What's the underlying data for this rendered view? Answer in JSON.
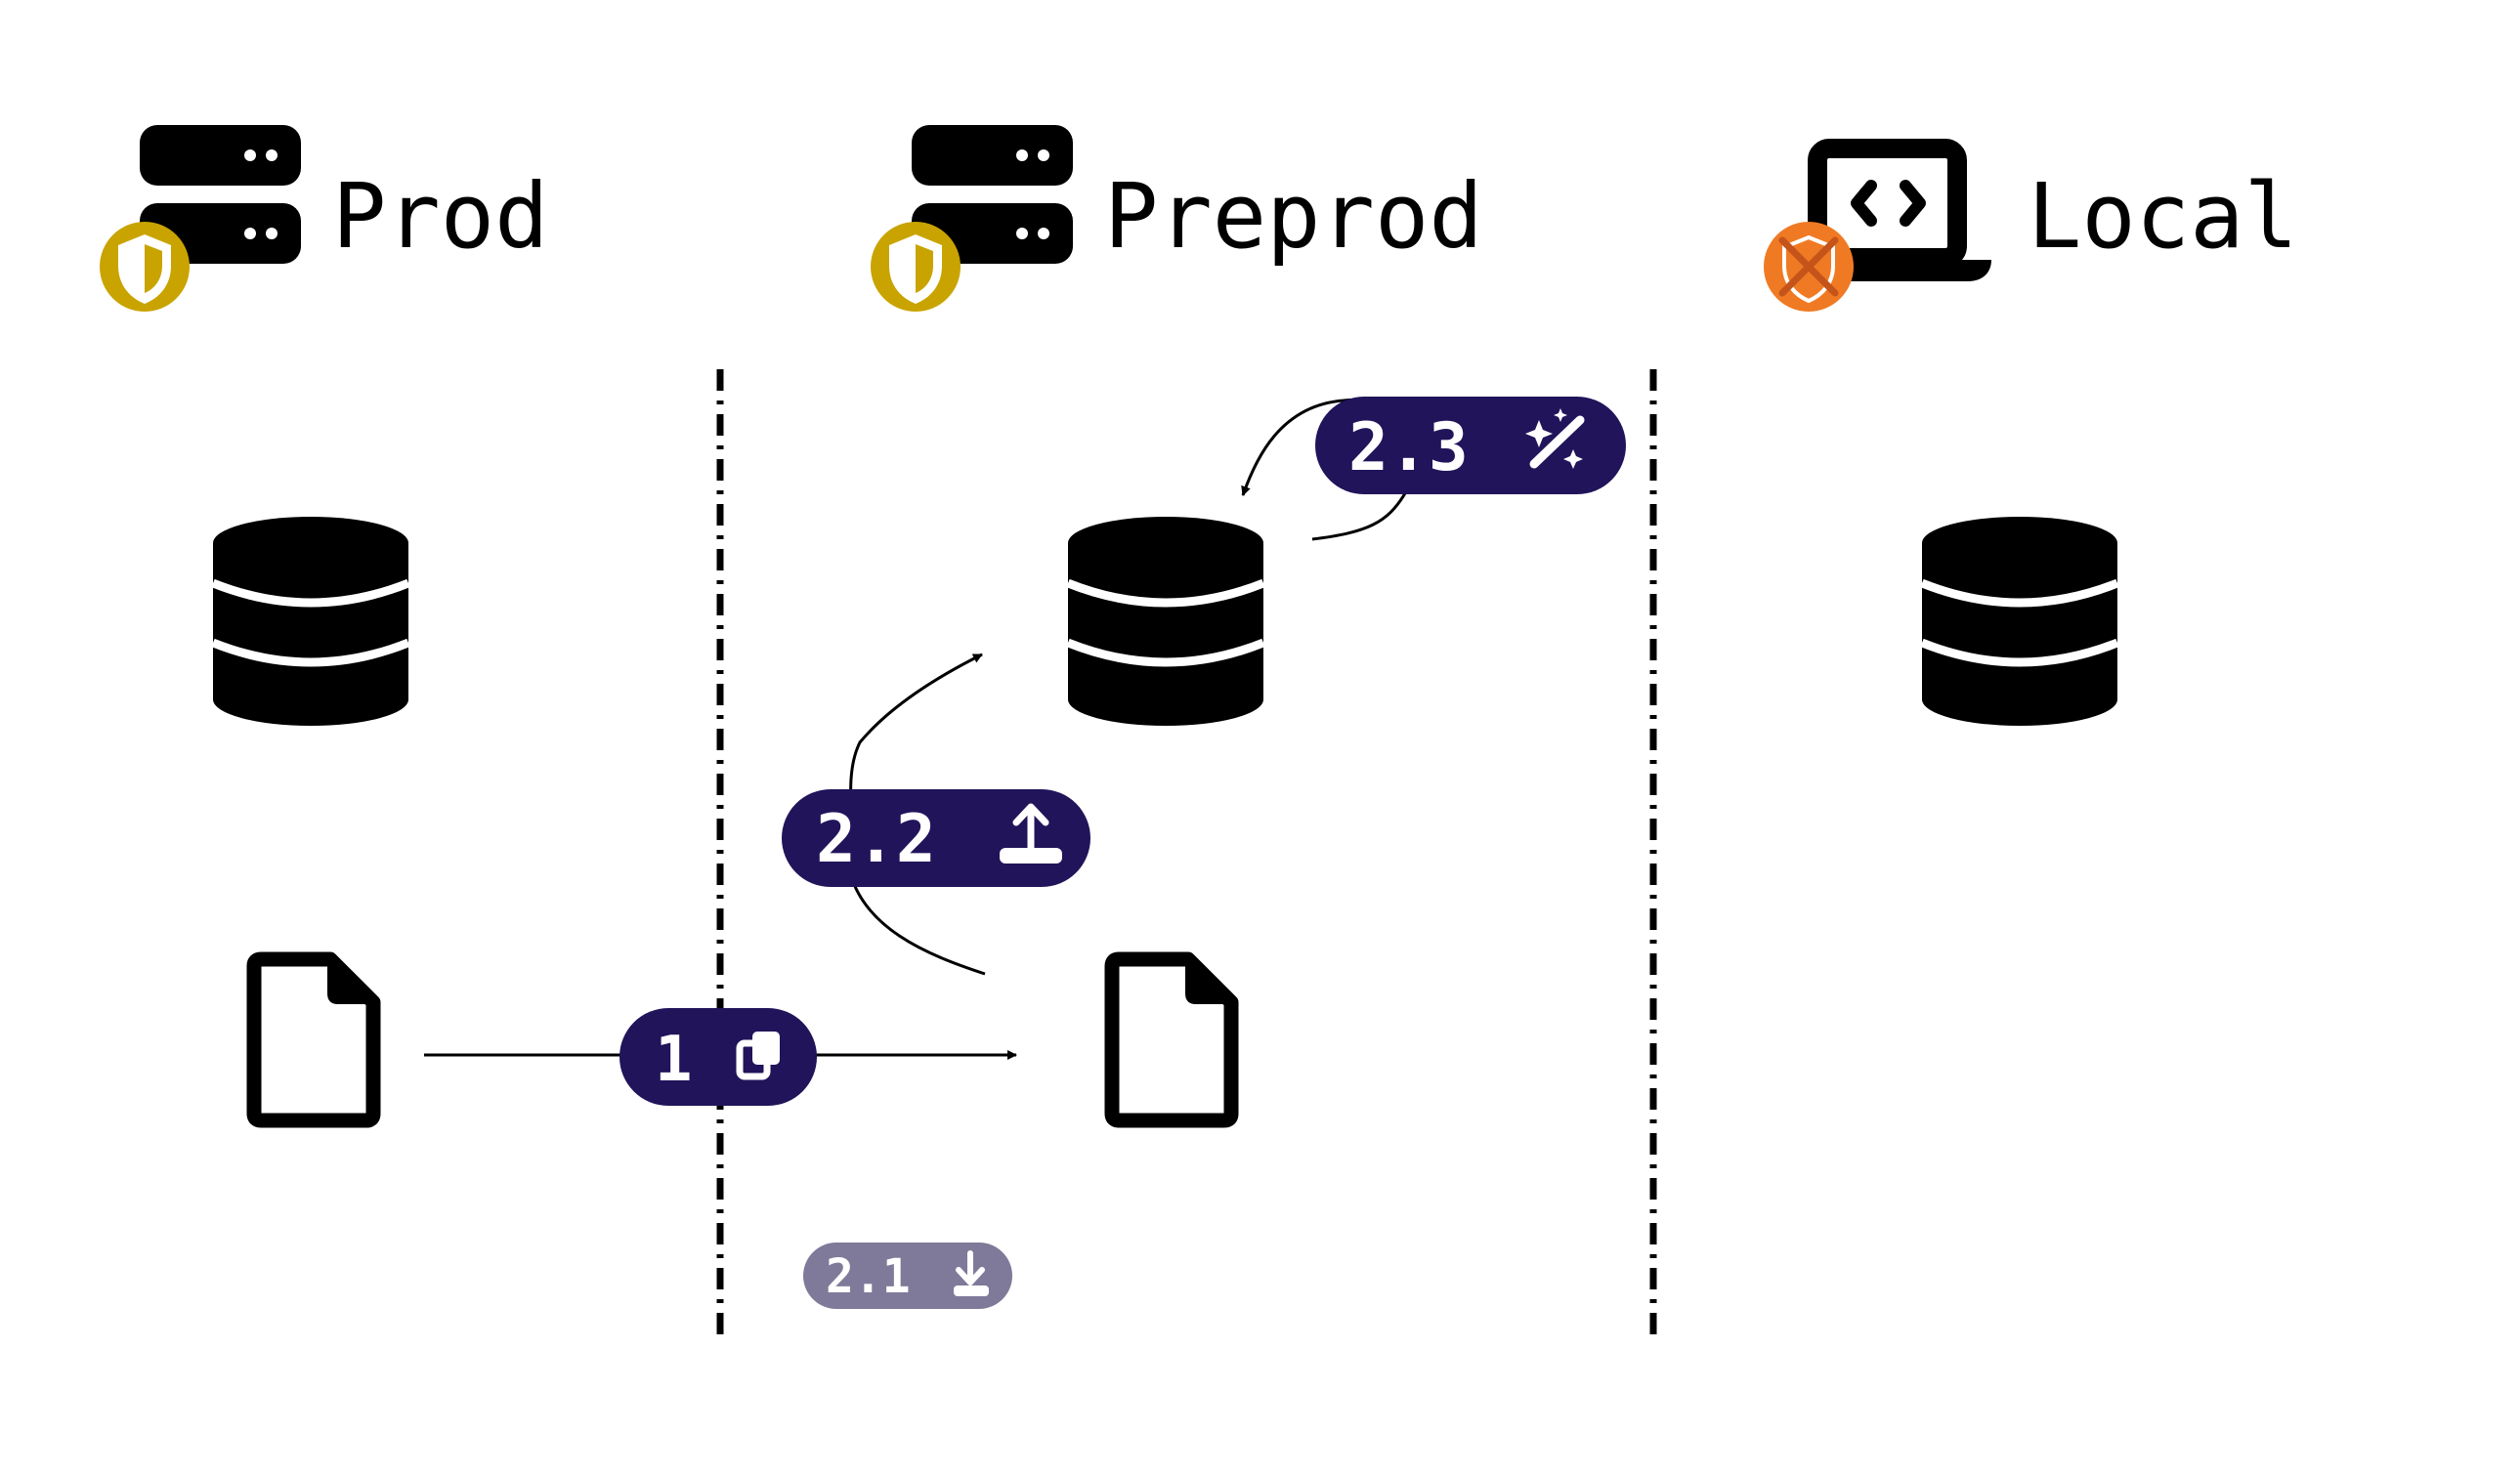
{
  "environments": [
    {
      "id": "prod",
      "label": "Prod",
      "icon": "server-icon",
      "badge_icon": "shield-icon",
      "badge_color": "#c9a400"
    },
    {
      "id": "preprod",
      "label": "Preprod",
      "icon": "server-icon",
      "badge_icon": "shield-icon",
      "badge_color": "#c9a400"
    },
    {
      "id": "local",
      "label": "Local",
      "icon": "laptop-code-icon",
      "badge_icon": "blocked-shield-icon",
      "badge_color": "#f07a24"
    }
  ],
  "steps": [
    {
      "id": "1",
      "label": "1",
      "icon": "copy-icon",
      "state": "active"
    },
    {
      "id": "2.1",
      "label": "2.1",
      "icon": "download-icon",
      "state": "inactive"
    },
    {
      "id": "2.2",
      "label": "2.2",
      "icon": "upload-icon",
      "state": "active"
    },
    {
      "id": "2.3",
      "label": "2.3",
      "icon": "magic-wand-icon",
      "state": "active"
    }
  ],
  "colors": {
    "badge_active": "#21145a",
    "badge_inactive": "#7f7a99",
    "shield": "#c9a400",
    "blocked": "#f07a24",
    "ink": "#000000"
  }
}
